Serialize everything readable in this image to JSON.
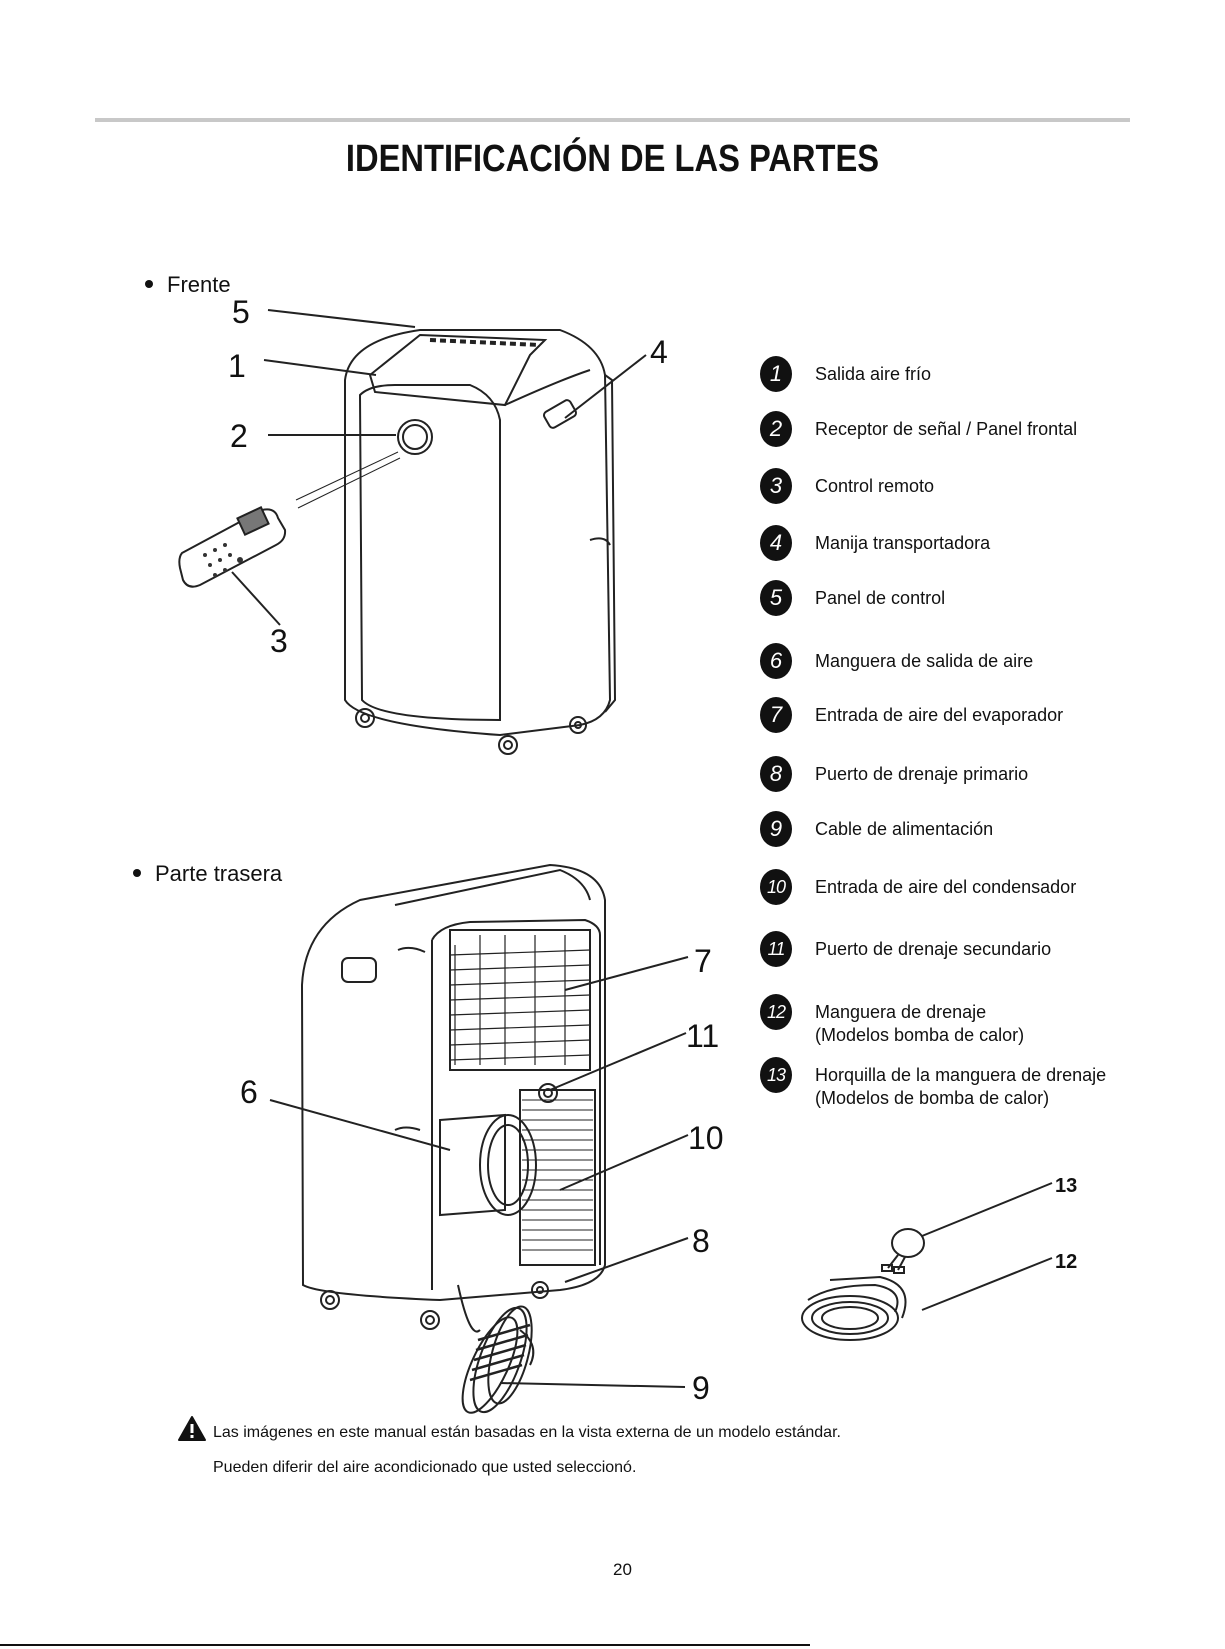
{
  "page": {
    "title": "IDENTIFICACIÓN DE LAS PARTES",
    "number": "20"
  },
  "sections": {
    "front": "Frente",
    "back": "Parte trasera"
  },
  "callouts": {
    "c1": "1",
    "c2": "2",
    "c3": "3",
    "c4": "4",
    "c5": "5",
    "c6": "6",
    "c7": "7",
    "c8": "8",
    "c9": "9",
    "c10": "10",
    "c11": "11",
    "c12": "12",
    "c13": "13"
  },
  "legend": [
    {
      "num": "1",
      "text": "Salida aire frío"
    },
    {
      "num": "2",
      "text": "Receptor de señal / Panel frontal"
    },
    {
      "num": "3",
      "text": "Control remoto"
    },
    {
      "num": "4",
      "text": "Manija transportadora"
    },
    {
      "num": "5",
      "text": "Panel de control"
    },
    {
      "num": "6",
      "text": "Manguera de salida de aire"
    },
    {
      "num": "7",
      "text": "Entrada de aire del evaporador"
    },
    {
      "num": "8",
      "text": "Puerto de drenaje primario"
    },
    {
      "num": "9",
      "text": "Cable de alimentación"
    },
    {
      "num": "10",
      "text": "Entrada de aire del condensador"
    },
    {
      "num": "11",
      "text": "Puerto de drenaje secundario"
    },
    {
      "num": "12",
      "text": "Manguera de drenaje",
      "text2": "(Modelos bomba de calor)"
    },
    {
      "num": "13",
      "text": "Horquilla de la manguera de drenaje",
      "text2": "(Modelos de bomba de calor)"
    }
  ],
  "footnote": {
    "line1": "Las imágenes en este manual están basadas en la vista externa de un modelo estándar.",
    "line2": "Pueden diferir del aire acondicionado que usted seleccionó."
  }
}
